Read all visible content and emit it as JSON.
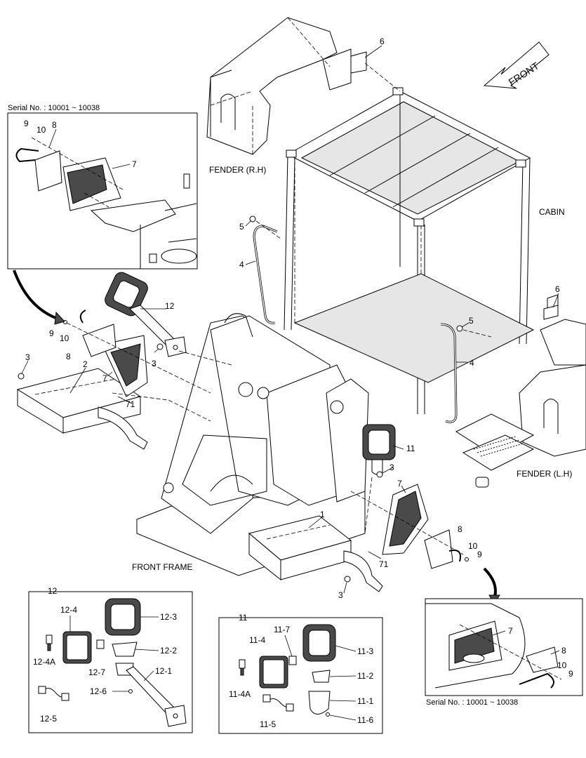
{
  "direction_label": "FRONT",
  "assemblies": {
    "fender_rh": "FENDER (R.H)",
    "fender_lh": "FENDER (L.H)",
    "cabin": "CABIN",
    "front_frame": "FRONT FRAME"
  },
  "serial_note_top": "Serial No. : 10001 ~ 10038",
  "serial_note_bottom": "Serial No. : 10001 ~ 10038",
  "callouts": {
    "c1": "1",
    "c2": "2",
    "c3a": "3",
    "c3b": "3",
    "c3c": "3",
    "c3d": "3",
    "c4a": "4",
    "c4b": "4",
    "c5a": "5",
    "c5b": "5",
    "c6a": "6",
    "c6b": "6",
    "c7a": "7",
    "c7b": "7",
    "c7c": "7",
    "c7d": "7",
    "c8a": "8",
    "c8b": "8",
    "c8c": "8",
    "c8d": "8",
    "c9a": "9",
    "c9b": "9",
    "c9c": "9",
    "c9d": "9",
    "c10a": "10",
    "c10b": "10",
    "c10c": "10",
    "c10d": "10",
    "c11": "11",
    "c12": "12",
    "c71a": "71",
    "c71b": "71"
  },
  "detail_12": {
    "title": "12",
    "labels": {
      "p4": "12-4",
      "p3": "12-3",
      "p2": "12-2",
      "p4a": "12-4A",
      "p7": "12-7",
      "p1": "12-1",
      "p6": "12-6",
      "p5": "12-5"
    }
  },
  "detail_11": {
    "title": "11",
    "labels": {
      "p7": "11-7",
      "p4": "11-4",
      "p3": "11-3",
      "p2": "11-2",
      "p4a": "11-4A",
      "p1": "11-1",
      "p6": "11-6",
      "p5": "11-5"
    }
  }
}
